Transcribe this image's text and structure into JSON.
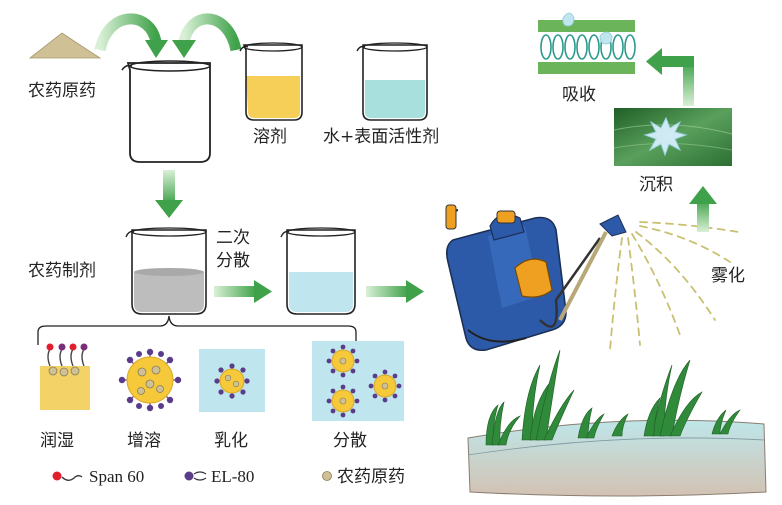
{
  "labels": {
    "active_ingredient": "农药原药",
    "solvent": "溶剂",
    "water_surfactant": "水+表面活性剂",
    "formulation": "农药制剂",
    "secondary_dispersion": [
      "二次",
      "分散"
    ],
    "wetting": "润湿",
    "solubilization": "增溶",
    "emulsification": "乳化",
    "dispersion": "分散",
    "atomization": "雾化",
    "deposition": "沉积",
    "absorption": "吸收"
  },
  "legend": [
    {
      "icon": "span60-molecule-icon",
      "label": "Span 60",
      "color": "#e01e2e"
    },
    {
      "icon": "el80-molecule-icon",
      "label": "EL-80",
      "color": "#5a3d8a"
    },
    {
      "icon": "pesticide-particle-icon",
      "label": "农药原药",
      "color": "#c8b98a"
    }
  ],
  "colors": {
    "arrow_green": "#4caf50",
    "solvent_yellow": "#f5cf58",
    "water_cyan": "#a8e0dd",
    "formulation_gray": "#bdbdbd",
    "dispersion_blue": "#bfe6ee",
    "sprayer_blue": "#2d5aa8",
    "sprayer_orange": "#f0a020",
    "leaf_green": "#2f8a3a",
    "soil_blue": "#a9dde0"
  }
}
